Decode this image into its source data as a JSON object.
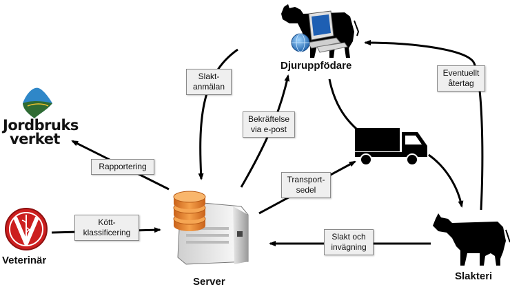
{
  "nodes": {
    "breeder": "Djuruppfödare",
    "server": "Server",
    "slaughter": "Slakteri",
    "vet": "Veterinär"
  },
  "logo": {
    "line1": "Jordbruks",
    "line2": "verket"
  },
  "edges": {
    "slakt_anmalan": [
      "Slakt-",
      "anmälan"
    ],
    "bekraftelse": [
      "Bekräftelse",
      "via e-post"
    ],
    "transportsedel": [
      "Transport-",
      "sedel"
    ],
    "eventuellt_atertag": [
      "Eventuellt",
      "återtag"
    ],
    "rapportering": [
      "Rapportering"
    ],
    "kottklassificering": [
      "Kött-",
      "klassificering"
    ],
    "slakt_invagning": [
      "Slakt och",
      "invägning"
    ]
  },
  "colors": {
    "arrow": "#000000",
    "label_bg": "#efefef",
    "disk": "#f08a2a",
    "vet_red": "#cc1f1f",
    "logo_blue": "#2f87c8",
    "logo_green": "#2f6b33"
  },
  "icons": [
    "cow-icon",
    "computer-icon",
    "truck-icon",
    "server-icon",
    "vet-logo-icon",
    "jordbruksverket-logo-icon"
  ]
}
